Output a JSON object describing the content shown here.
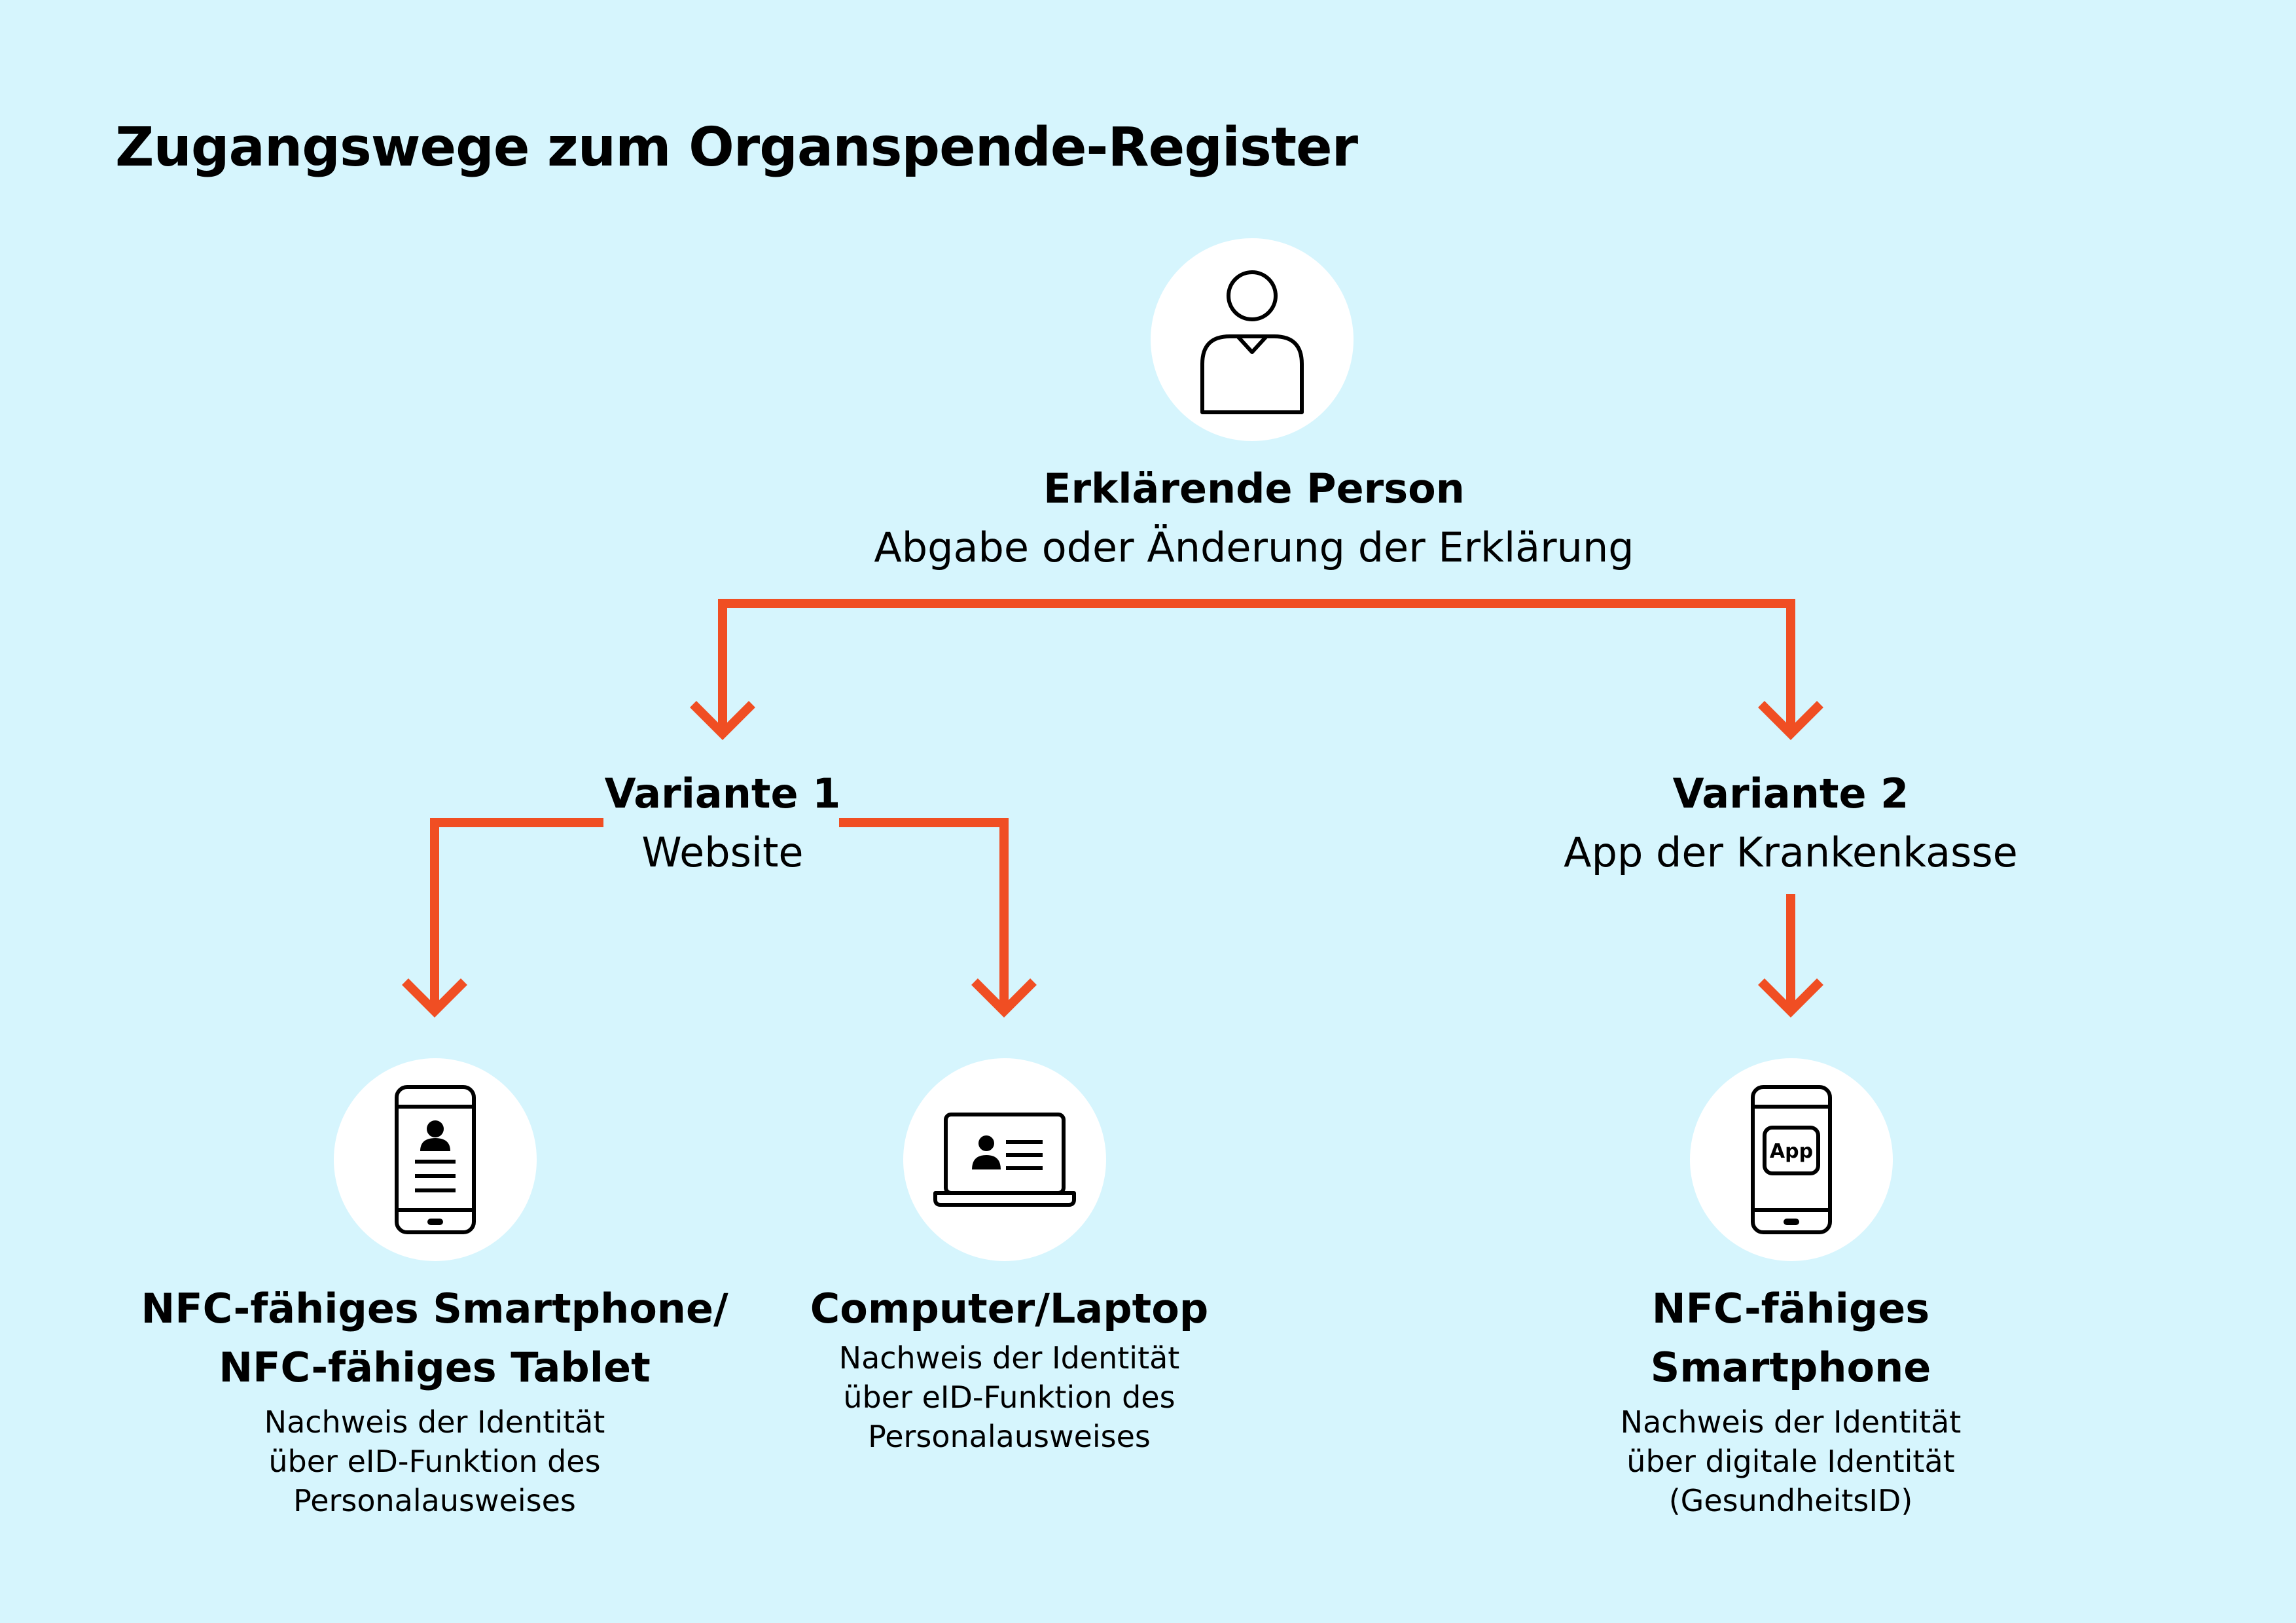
{
  "title": "Zugangswege zum Organspende-Register",
  "root": {
    "icon": "person-icon",
    "heading": "Erklärende Person",
    "subtitle": "Abgabe oder Änderung der Erklärung"
  },
  "variants": [
    {
      "heading": "Variante 1",
      "subtitle": "Website"
    },
    {
      "heading": "Variante 2",
      "subtitle": "App der Krankenkasse"
    }
  ],
  "devices": [
    {
      "icon": "smartphone-id-icon",
      "title_lines": [
        "NFC-fähiges Smartphone/",
        "NFC-fähiges Tablet"
      ],
      "desc_lines": [
        "Nachweis der Identität",
        "über eID-Funktion des",
        "Personalausweises"
      ]
    },
    {
      "icon": "laptop-id-icon",
      "title_lines": [
        "Computer/Laptop"
      ],
      "desc_lines": [
        "Nachweis der Identität",
        "über eID-Funktion des",
        "Personalausweises"
      ]
    },
    {
      "icon": "smartphone-app-icon",
      "app_label": "App",
      "title_lines": [
        "NFC-fähiges",
        "Smartphone"
      ],
      "desc_lines": [
        "Nachweis der Identität",
        "über digitale Identität",
        "(GesundheitsID)"
      ]
    }
  ],
  "colors": {
    "background": "#d6f5fd",
    "connector": "#f04e23",
    "circle": "#ffffff",
    "text": "#000000"
  }
}
